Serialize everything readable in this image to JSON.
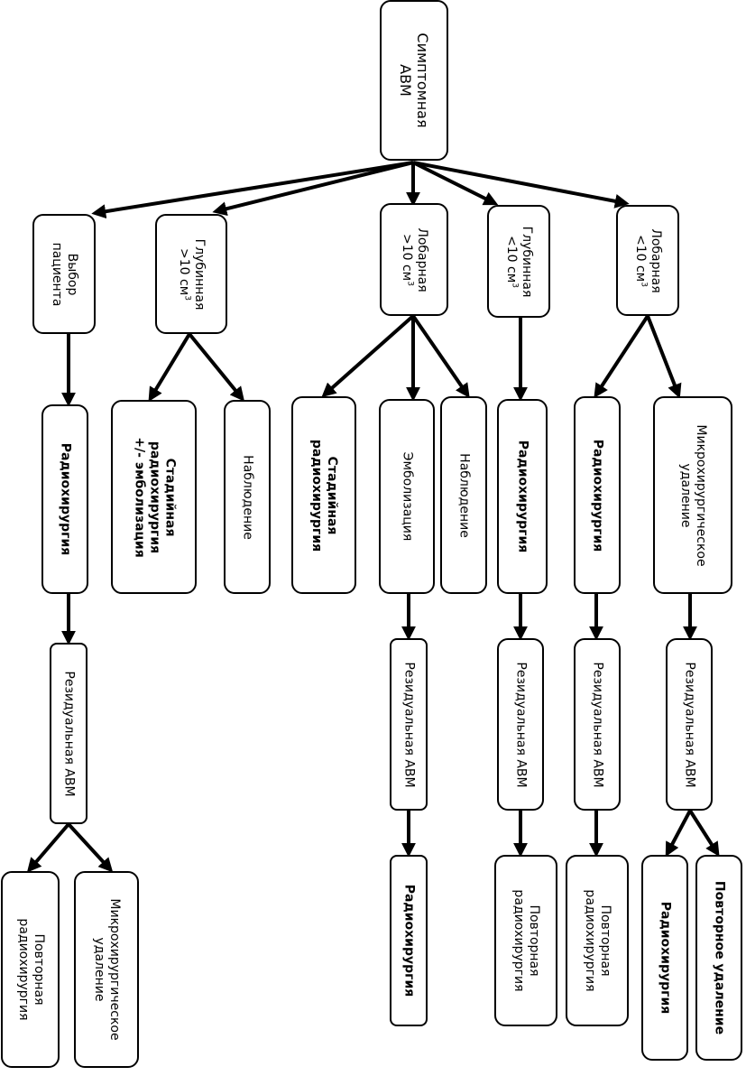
{
  "nodes": {
    "root": {
      "l1": "Симптомная",
      "l2": "АВМ"
    },
    "patient": {
      "l1": "Выбор",
      "l2": "пациента"
    },
    "deep_gt": {
      "l1": "Глубинная",
      "l2": ">10 см",
      "sup": "3"
    },
    "lobar_gt": {
      "l1": "Лобарная",
      "l2": ">10 см",
      "sup": "3"
    },
    "deep_lt": {
      "l1": "Глубинная",
      "l2": "<10 см",
      "sup": "3"
    },
    "lobar_lt": {
      "l1": "Лобарная",
      "l2": "<10 см",
      "sup": "3"
    },
    "c1_radio": {
      "l1": "Радиохирургия"
    },
    "c1_resid": {
      "l1": "Резидуальная АВМ"
    },
    "c1_repeat": {
      "l1": "Повторная",
      "l2": "радиохирургия"
    },
    "c1_micro": {
      "l1": "Микрохирургическое",
      "l2": "удаление"
    },
    "c2_staged": {
      "l1": "Стадийная",
      "l2": "радиохирургия",
      "l3": "+/- эмболизация"
    },
    "c2_obs": {
      "l1": "Наблюдение"
    },
    "c3_staged": {
      "l1": "Стадийная",
      "l2": "радиохирургия"
    },
    "c3_embo": {
      "l1": "Эмболизация"
    },
    "c3_obs": {
      "l1": "Наблюдение"
    },
    "c3_resid": {
      "l1": "Резидуальная АВМ"
    },
    "c3_radio": {
      "l1": "Радиохирургия"
    },
    "c4_radio": {
      "l1": "Радиохирургия"
    },
    "c4_resid": {
      "l1": "Резидуальная АВМ"
    },
    "c4_repeat": {
      "l1": "Повторная",
      "l2": "радиохирургия"
    },
    "c5_radio": {
      "l1": "Радиохирургия"
    },
    "c5_resid": {
      "l1": "Резидуальная АВМ"
    },
    "c5_repeat": {
      "l1": "Повторная",
      "l2": "радиохирургия"
    },
    "c6_micro": {
      "l1": "Микрохирургическое",
      "l2": "удаление"
    },
    "c6_resid": {
      "l1": "Резидуальная АВМ"
    },
    "c6_radio": {
      "l1": "Радиохирургия"
    },
    "c6_reremoval": {
      "l1": "Повторное удаление"
    }
  },
  "colors": {
    "stroke": "#000000",
    "fill": "#ffffff"
  }
}
